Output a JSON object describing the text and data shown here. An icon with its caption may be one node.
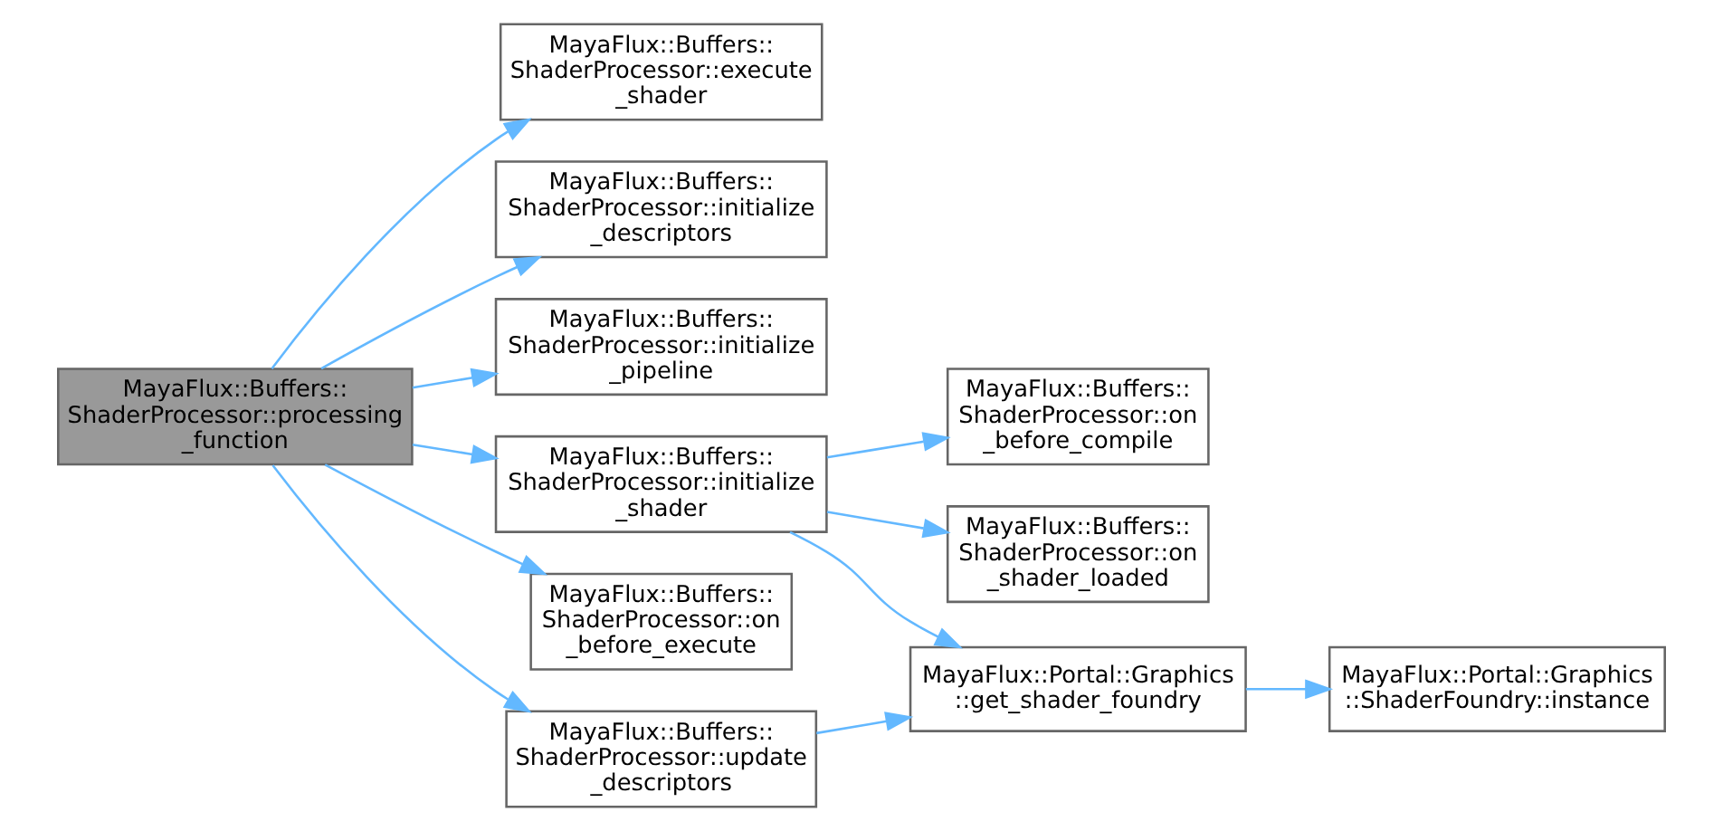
{
  "diagram": {
    "nodes": [
      {
        "text": [
          "MayaFlux::Buffers:: ShaderProcessor::processing _function"
        ]
      },
      {
        "text": [
          "MayaFlux::Buffers:: ShaderProcessor::execute _shader"
        ]
      },
      {
        "text": [
          "MayaFlux::Buffers:: ShaderProcessor::initialize _descriptors"
        ]
      },
      {
        "text": [
          "MayaFlux::Buffers:: ShaderProcessor::initialize _pipeline"
        ]
      },
      {
        "text": [
          "MayaFlux::Buffers:: ShaderProcessor::initialize _shader"
        ]
      },
      {
        "text": [
          "MayaFlux::Buffers:: ShaderProcessor::on _before_execute"
        ]
      },
      {
        "text": [
          "MayaFlux::Buffers:: ShaderProcessor::update _descriptors"
        ]
      },
      {
        "text": [
          "MayaFlux::Buffers:: ShaderProcessor::on _before_compile"
        ]
      },
      {
        "text": [
          "MayaFlux::Buffers:: ShaderProcessor::on _shader_loaded"
        ]
      },
      {
        "text": [
          "MayaFlux::Portal::Graphics ::get_shader_foundry"
        ]
      },
      {
        "text": [
          "MayaFlux::Portal::Graphics ::ShaderFoundry::instance"
        ]
      }
    ],
    "edges": [
      {
        "from": 0,
        "to": 1,
        "arrow": "to"
      },
      {
        "from": 0,
        "to": 2,
        "arrow": "to"
      },
      {
        "from": 0,
        "to": 3,
        "arrow": "to"
      },
      {
        "from": 0,
        "to": 4,
        "arrow": "to"
      },
      {
        "from": 0,
        "to": 5,
        "arrow": "to"
      },
      {
        "from": 0,
        "to": 6,
        "arrow": "to"
      },
      {
        "from": 4,
        "to": 7,
        "arrow": "to"
      },
      {
        "from": 4,
        "to": 8,
        "arrow": "to"
      },
      {
        "from": 4,
        "to": 9,
        "arrow": "to"
      },
      {
        "from": 6,
        "to": 9,
        "arrow": "to"
      },
      {
        "from": 9,
        "to": 10,
        "arrow": "to"
      }
    ]
  }
}
